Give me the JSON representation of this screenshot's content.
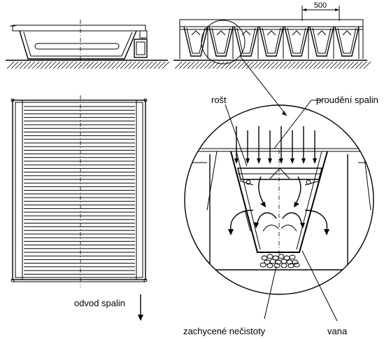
{
  "labels": {
    "dimension": "500",
    "grate": "rošt",
    "flue_flow": "proudění spalin",
    "flue_outlet": "odvod spalin",
    "captured_impurities": "zachycené nečistoty",
    "tray": "vana"
  }
}
